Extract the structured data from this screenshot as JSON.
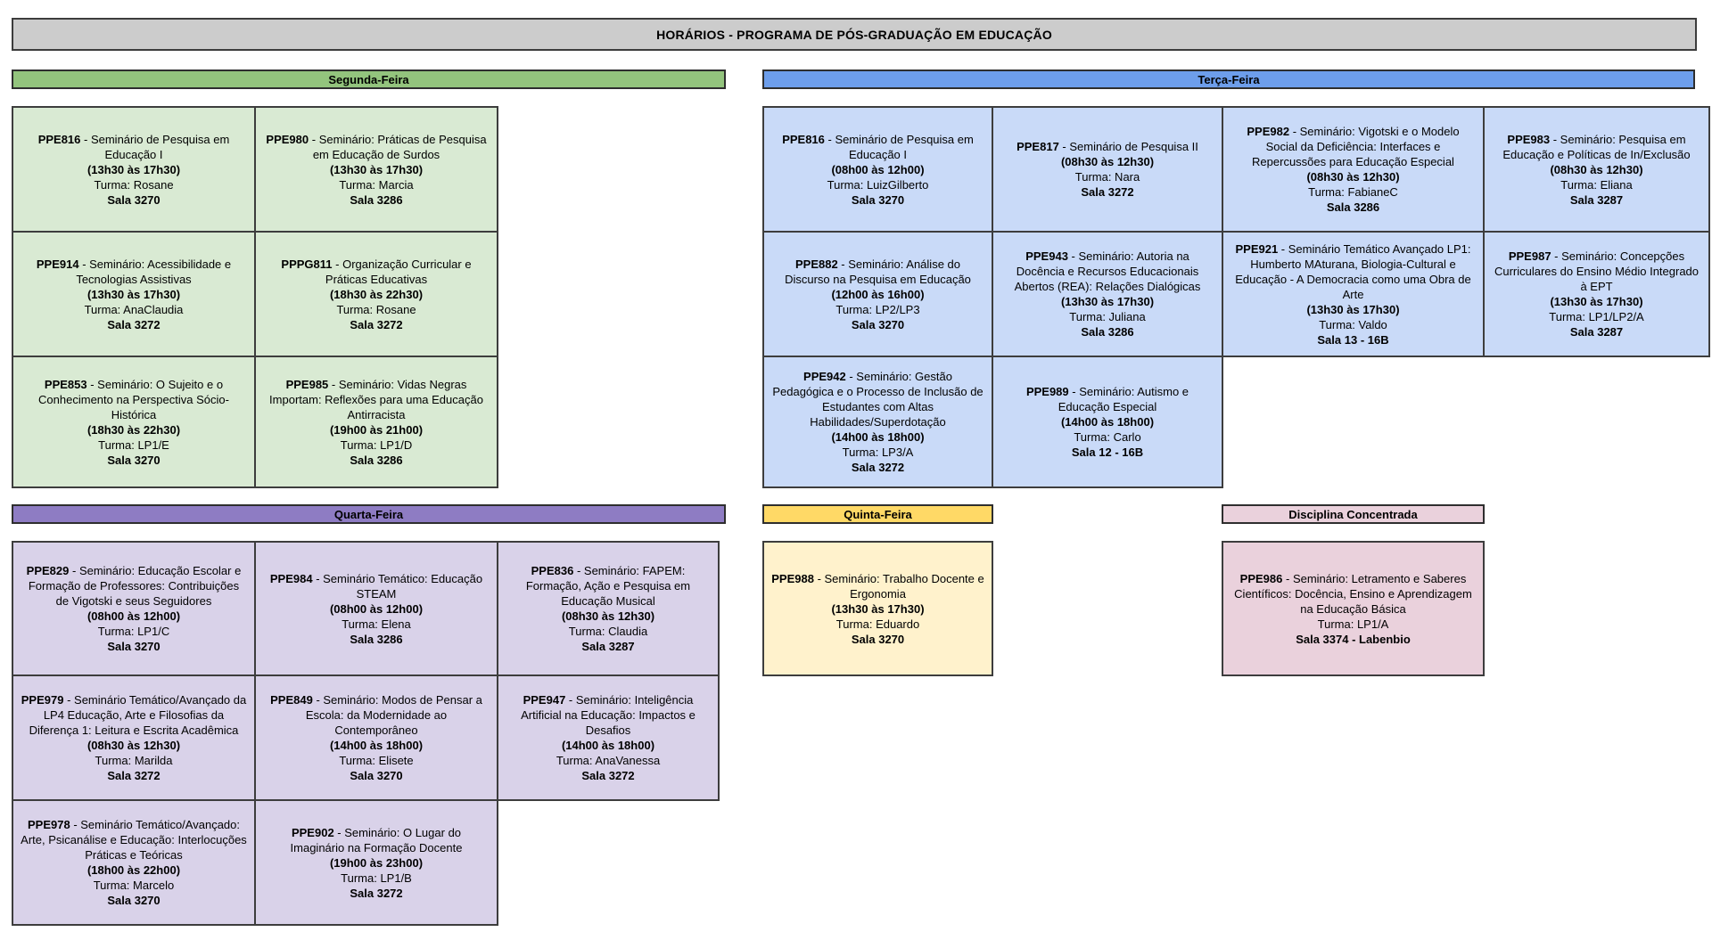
{
  "sep": " - ",
  "page": {
    "title": "HORÁRIOS - PROGRAMA DE PÓS-GRADUAÇÃO EM EDUCAÇÃO"
  },
  "colors": {
    "title_bar_bg": "#cccccc",
    "segunda_header": "#93c47d",
    "segunda_card": "#d9ead3",
    "terca_header": "#6d9eeb",
    "terca_card": "#c9daf8",
    "quarta_header": "#8e7cc3",
    "quarta_card": "#d9d2e9",
    "quinta_header": "#ffd966",
    "quinta_card": "#fff2cc",
    "concentrada_header": "#ead1dc",
    "concentrada_card": "#ead1dc",
    "border": "#3d3d3d"
  },
  "days": {
    "segunda": {
      "label": "Segunda-Feira",
      "cards": [
        {
          "code": "PPE816",
          "title": "Seminário de Pesquisa em Educação I",
          "time": "(13h30 às 17h30)",
          "turma": "Turma: Rosane",
          "sala": "Sala 3270"
        },
        {
          "code": "PPE980",
          "title": "Seminário: Práticas de Pesquisa em Educação de Surdos",
          "time": "(13h30 às 17h30)",
          "turma": "Turma: Marcia",
          "sala": "Sala 3286"
        },
        {
          "code": "PPE914",
          "title": "Seminário: Acessibilidade e Tecnologias Assistivas",
          "time": "(13h30 às 17h30)",
          "turma": "Turma: AnaClaudia",
          "sala": "Sala 3272"
        },
        {
          "code": "PPPG811",
          "title": "Organização Curricular e Práticas Educativas",
          "time": "(18h30 às 22h30)",
          "turma": "Turma: Rosane",
          "sala": "Sala 3272"
        },
        {
          "code": "PPE853",
          "title": "Seminário: O Sujeito e o Conhecimento na Perspectiva Sócio-Histórica",
          "time": "(18h30 às 22h30)",
          "turma": "Turma: LP1/E",
          "sala": "Sala 3270"
        },
        {
          "code": "PPE985",
          "title": "Seminário: Vidas Negras Importam: Reflexões para uma Educação Antirracista",
          "time": "(19h00 às 21h00)",
          "turma": "Turma: LP1/D",
          "sala": "Sala 3286"
        }
      ]
    },
    "terca": {
      "label": "Terça-Feira",
      "cards": [
        {
          "code": "PPE816",
          "title": "Seminário de Pesquisa em Educação I",
          "time": "(08h00 às 12h00)",
          "turma": "Turma: LuizGilberto",
          "sala": "Sala 3270"
        },
        {
          "code": "PPE817",
          "title": "Seminário de Pesquisa II",
          "time": "(08h30 às 12h30)",
          "turma": "Turma: Nara",
          "sala": "Sala 3272"
        },
        {
          "code": "PPE982",
          "title": "Seminário: Vigotski e o Modelo Social da Deficiência: Interfaces e Repercussões para Educação Especial",
          "time": "(08h30 às 12h30)",
          "turma": "Turma: FabianeC",
          "sala": "Sala 3286"
        },
        {
          "code": "PPE983",
          "title": "Seminário: Pesquisa em Educação e Políticas de In/Exclusão",
          "time": "(08h30 às 12h30)",
          "turma": "Turma: Eliana",
          "sala": "Sala 3287"
        },
        {
          "code": "PPE882",
          "title": "Seminário: Análise do Discurso na Pesquisa em Educação",
          "time": "(12h00 às 16h00)",
          "turma": "Turma: LP2/LP3",
          "sala": "Sala 3270"
        },
        {
          "code": "PPE943",
          "title": "Seminário: Autoria na Docência e Recursos Educacionais Abertos (REA): Relações Dialógicas",
          "time": "(13h30 às 17h30)",
          "turma": "Turma: Juliana",
          "sala": "Sala 3286"
        },
        {
          "code": "PPE921",
          "title": "Seminário Temático Avançado LP1: Humberto MAturana, Biologia-Cultural e Educação - A Democracia como uma Obra de Arte",
          "time": "(13h30 às 17h30)",
          "turma": "Turma: Valdo",
          "sala": "Sala 13 - 16B"
        },
        {
          "code": "PPE987",
          "title": "Seminário: Concepções Curriculares do Ensino Médio Integrado à EPT",
          "time": "(13h30 às 17h30)",
          "turma": "Turma: LP1/LP2/A",
          "sala": "Sala 3287"
        },
        {
          "code": "PPE942",
          "title": "Seminário: Gestão Pedagógica e o Processo de Inclusão de Estudantes com Altas Habilidades/Superdotação",
          "time": "(14h00 às 18h00)",
          "turma": "Turma: LP3/A",
          "sala": "Sala 3272"
        },
        {
          "code": "PPE989",
          "title": "Seminário: Autismo e Educação Especial",
          "time": "(14h00 às 18h00)",
          "turma": "Turma: Carlo",
          "sala": "Sala 12 - 16B"
        }
      ]
    },
    "quarta": {
      "label": "Quarta-Feira",
      "cards": [
        {
          "code": "PPE829",
          "title": "Seminário: Educação Escolar e Formação de Professores: Contribuições de Vigotski e seus Seguidores",
          "time": "(08h00 às 12h00)",
          "turma": "Turma: LP1/C",
          "sala": "Sala 3270"
        },
        {
          "code": "PPE984",
          "title": "Seminário Temático: Educação STEAM",
          "time": "(08h00 às 12h00)",
          "turma": "Turma: Elena",
          "sala": "Sala 3286"
        },
        {
          "code": "PPE836",
          "title": "Seminário: FAPEM: Formação, Ação e Pesquisa em Educação Musical",
          "time": "(08h30 às 12h30)",
          "turma": "Turma: Claudia",
          "sala": "Sala 3287"
        },
        {
          "code": "PPE979",
          "title": "Seminário Temático/Avançado da LP4 Educação, Arte e Filosofias da Diferença 1: Leitura e Escrita Acadêmica",
          "time": "(08h30 às 12h30)",
          "turma": "Turma: Marilda",
          "sala": "Sala 3272"
        },
        {
          "code": "PPE849",
          "title": "Seminário: Modos de Pensar a Escola: da Modernidade ao Contemporâneo",
          "time": "(14h00 às 18h00)",
          "turma": "Turma: Elisete",
          "sala": "Sala 3270"
        },
        {
          "code": "PPE947",
          "title": "Seminário: Inteligência Artificial na Educação: Impactos e Desafios",
          "time": "(14h00 às 18h00)",
          "turma": "Turma: AnaVanessa",
          "sala": "Sala 3272"
        },
        {
          "code": "PPE978",
          "title": "Seminário Temático/Avançado: Arte, Psicanálise e Educação: Interlocuções Práticas e Teóricas",
          "time": "(18h00 às 22h00)",
          "turma": "Turma: Marcelo",
          "sala": "Sala 3270"
        },
        {
          "code": "PPE902",
          "title": "Seminário: O Lugar do Imaginário na Formação Docente",
          "time": "(19h00 às 23h00)",
          "turma": "Turma: LP1/B",
          "sala": "Sala 3272"
        }
      ]
    },
    "quinta": {
      "label": "Quinta-Feira",
      "cards": [
        {
          "code": "PPE988",
          "title": "Seminário: Trabalho Docente e Ergonomia",
          "time": "(13h30 às 17h30)",
          "turma": "Turma: Eduardo",
          "sala": "Sala 3270"
        }
      ]
    },
    "concentrada": {
      "label": "Disciplina Concentrada",
      "cards": [
        {
          "code": "PPE986",
          "title": "Seminário: Letramento e Saberes Científicos: Docência, Ensino e Aprendizagem na Educação Básica",
          "turma": "Turma: LP1/A",
          "sala": "Sala 3374 - Labenbio"
        }
      ]
    }
  }
}
